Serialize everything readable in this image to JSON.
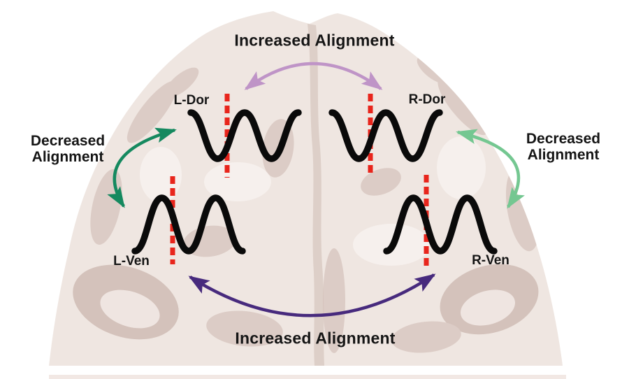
{
  "figure": {
    "type": "brain-top-view-alignment-diagram",
    "regions": {
      "l_dor": "L-Dor",
      "r_dor": "R-Dor",
      "l_ven": "L-Ven",
      "r_ven": "R-Ven"
    },
    "annotations": {
      "top": "Increased Alignment",
      "bottom": "Increased Alignment",
      "left_line1": "Decreased",
      "left_line2": "Alignment",
      "right_line1": "Decreased",
      "right_line2": "Alignment"
    },
    "connections": [
      {
        "from": "L-Dor",
        "to": "R-Dor",
        "label": "Increased Alignment",
        "style": "curved double-headed arrow",
        "color": "#BF94C7"
      },
      {
        "from": "L-Ven",
        "to": "R-Ven",
        "label": "Increased Alignment",
        "style": "curved double-headed arrow",
        "color": "#472A7D"
      },
      {
        "from": "L-Dor",
        "to": "L-Ven",
        "label": "Decreased Alignment",
        "style": "curved double-headed arrow",
        "color": "#15895F"
      },
      {
        "from": "R-Dor",
        "to": "R-Ven",
        "label": "Decreased Alignment",
        "style": "curved double-headed arrow",
        "color": "#74C791"
      }
    ]
  },
  "colors": {
    "increased_dorsal_arrow": "#BF94C7",
    "increased_ventral_arrow": "#472A7D",
    "decreased_left_arrow": "#15895F",
    "decreased_right_arrow": "#74C791",
    "phase_marker": "#E8251C",
    "wave": "#0A0A0A",
    "brain_base": "#EFE6E1",
    "brain_gyri": "#D9C8C1",
    "brain_midline": "#CDB9B0",
    "brain_highlight": "#F7F2EF",
    "background": "#FFFFFF",
    "text": "#151515"
  }
}
